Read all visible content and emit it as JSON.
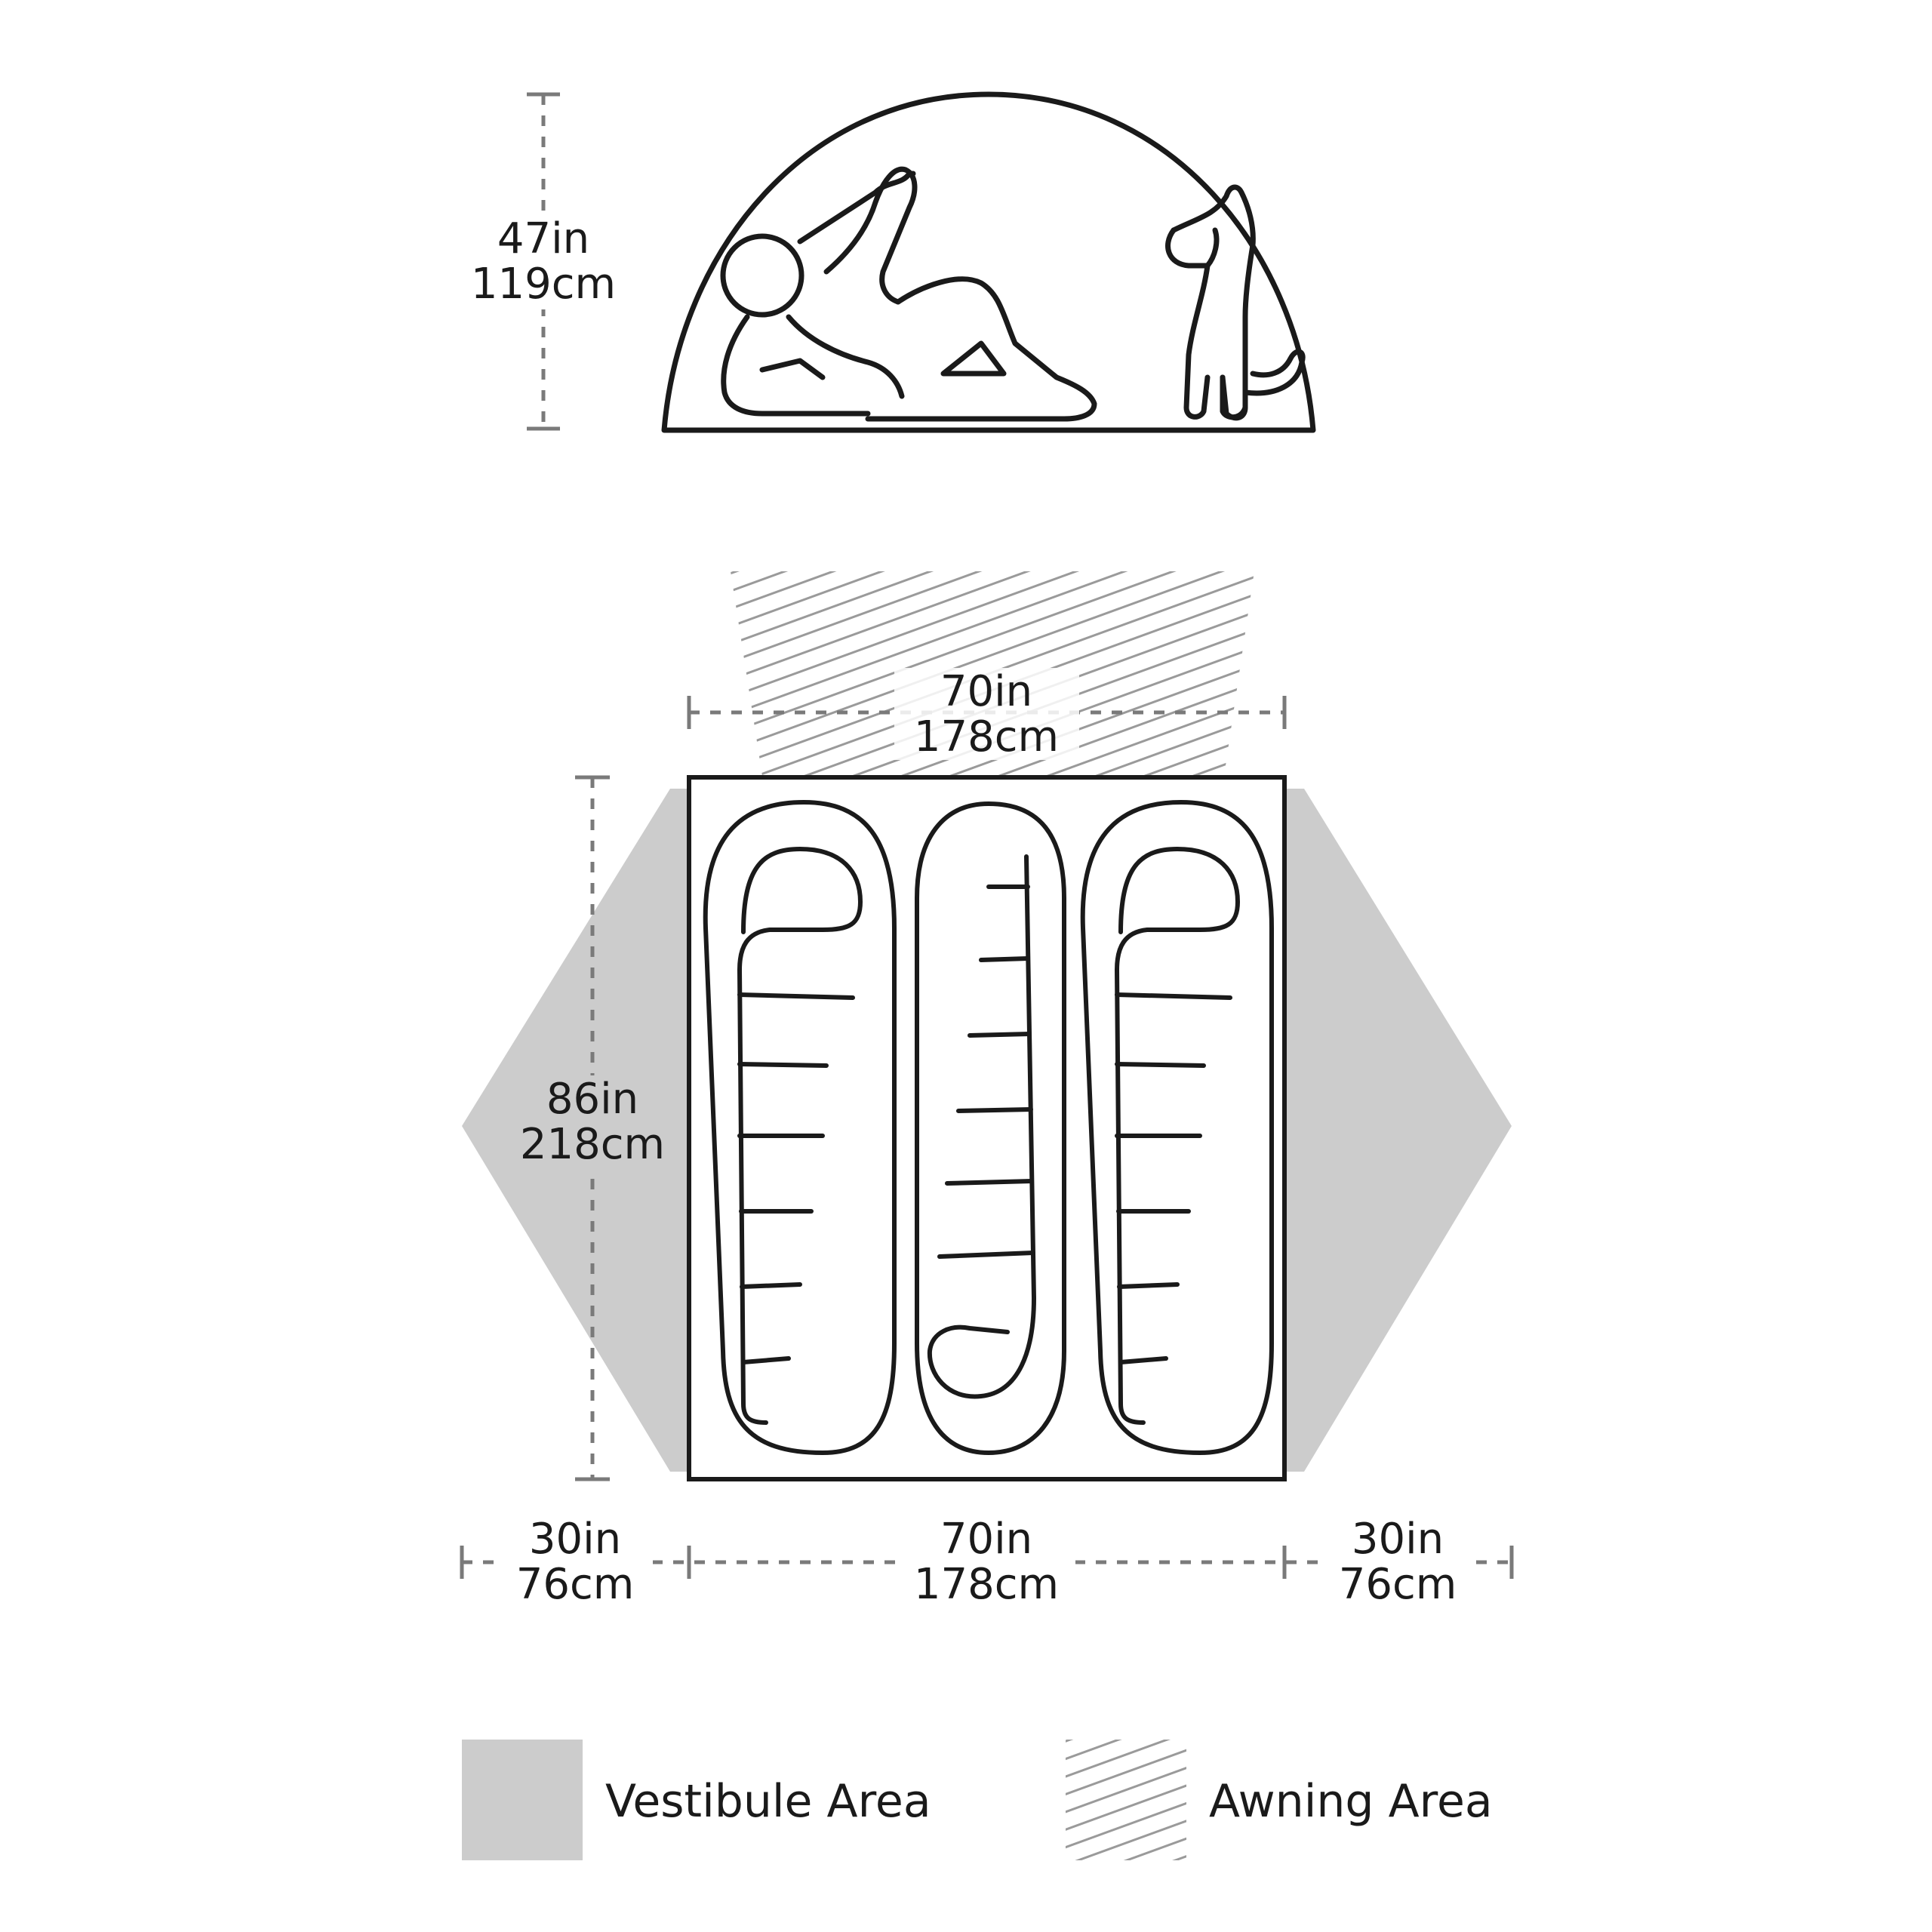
{
  "side_view": {
    "height_in": "47in",
    "height_cm": "119cm"
  },
  "floor_plan": {
    "awning_width_in": "70in",
    "awning_width_cm": "178cm",
    "length_in": "86in",
    "length_cm": "218cm",
    "left_vestibule_in": "30in",
    "left_vestibule_cm": "76cm",
    "floor_width_in": "70in",
    "floor_width_cm": "178cm",
    "right_vestibule_in": "30in",
    "right_vestibule_cm": "76cm"
  },
  "legend": {
    "vestibule_label": "Vestibule Area",
    "awning_label": "Awning Area"
  },
  "colors": {
    "vestibule_fill": "#cccccc",
    "awning_hatch": "#9a9a9a",
    "outline": "#1a1a1a",
    "dimension_line": "#7a7a7a"
  }
}
